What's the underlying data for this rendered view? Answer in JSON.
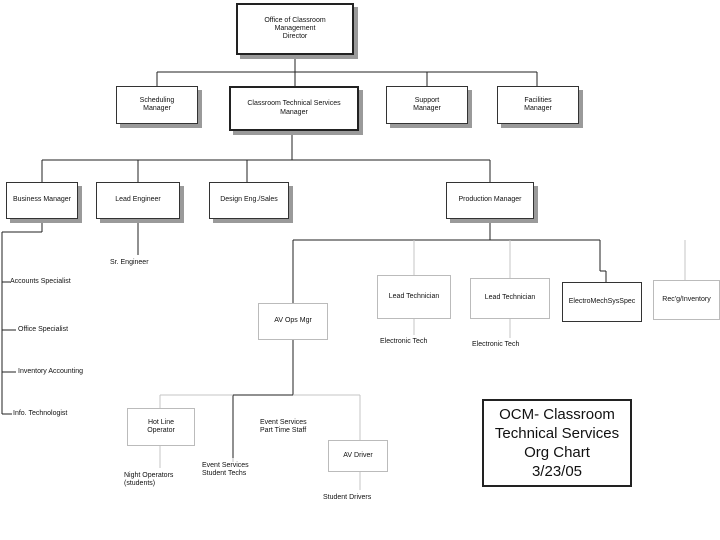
{
  "boxes": {
    "director": [
      "Office of Classroom",
      "Management",
      "Director"
    ],
    "scheduling": [
      "Scheduling",
      "Manager"
    ],
    "cts": [
      "Classroom Technical Services",
      "Manager"
    ],
    "support": [
      "Support",
      "Manager"
    ],
    "facilities": [
      "Facilities",
      "Manager"
    ],
    "business": "Business Manager",
    "lead_engineer": "Lead Engineer",
    "design_eng": "Design Eng./Sales",
    "production": "Production Manager",
    "lead_tech_1": "Lead Technician",
    "lead_tech_2": "Lead Technician",
    "electromech": "ElectroMechSysSpec",
    "receiving": "Rec'g/Inventory",
    "av_ops": "AV Ops Mgr",
    "hot_line": [
      "Hot Line",
      "Operator"
    ],
    "av_driver": "AV Driver"
  },
  "labels": {
    "accounts": "Accounts Specialist",
    "office": "Office Specialist",
    "inventory": "Inventory Accounting",
    "infotech": "Info. Technologist",
    "sr_engineer": "Sr. Engineer",
    "electronic_tech_1": "Electronic Tech",
    "electronic_tech_2": "Electronic Tech",
    "night_ops": [
      "Night Operators",
      "(students)"
    ],
    "event_services": [
      "Event Services",
      "Student Techs"
    ],
    "event_parttime": [
      "Event Services",
      "Part Time Staff"
    ],
    "student_drivers": "Student Drivers"
  },
  "title": [
    "OCM- Classroom",
    "Technical Services",
    "Org Chart",
    "3/23/05"
  ]
}
